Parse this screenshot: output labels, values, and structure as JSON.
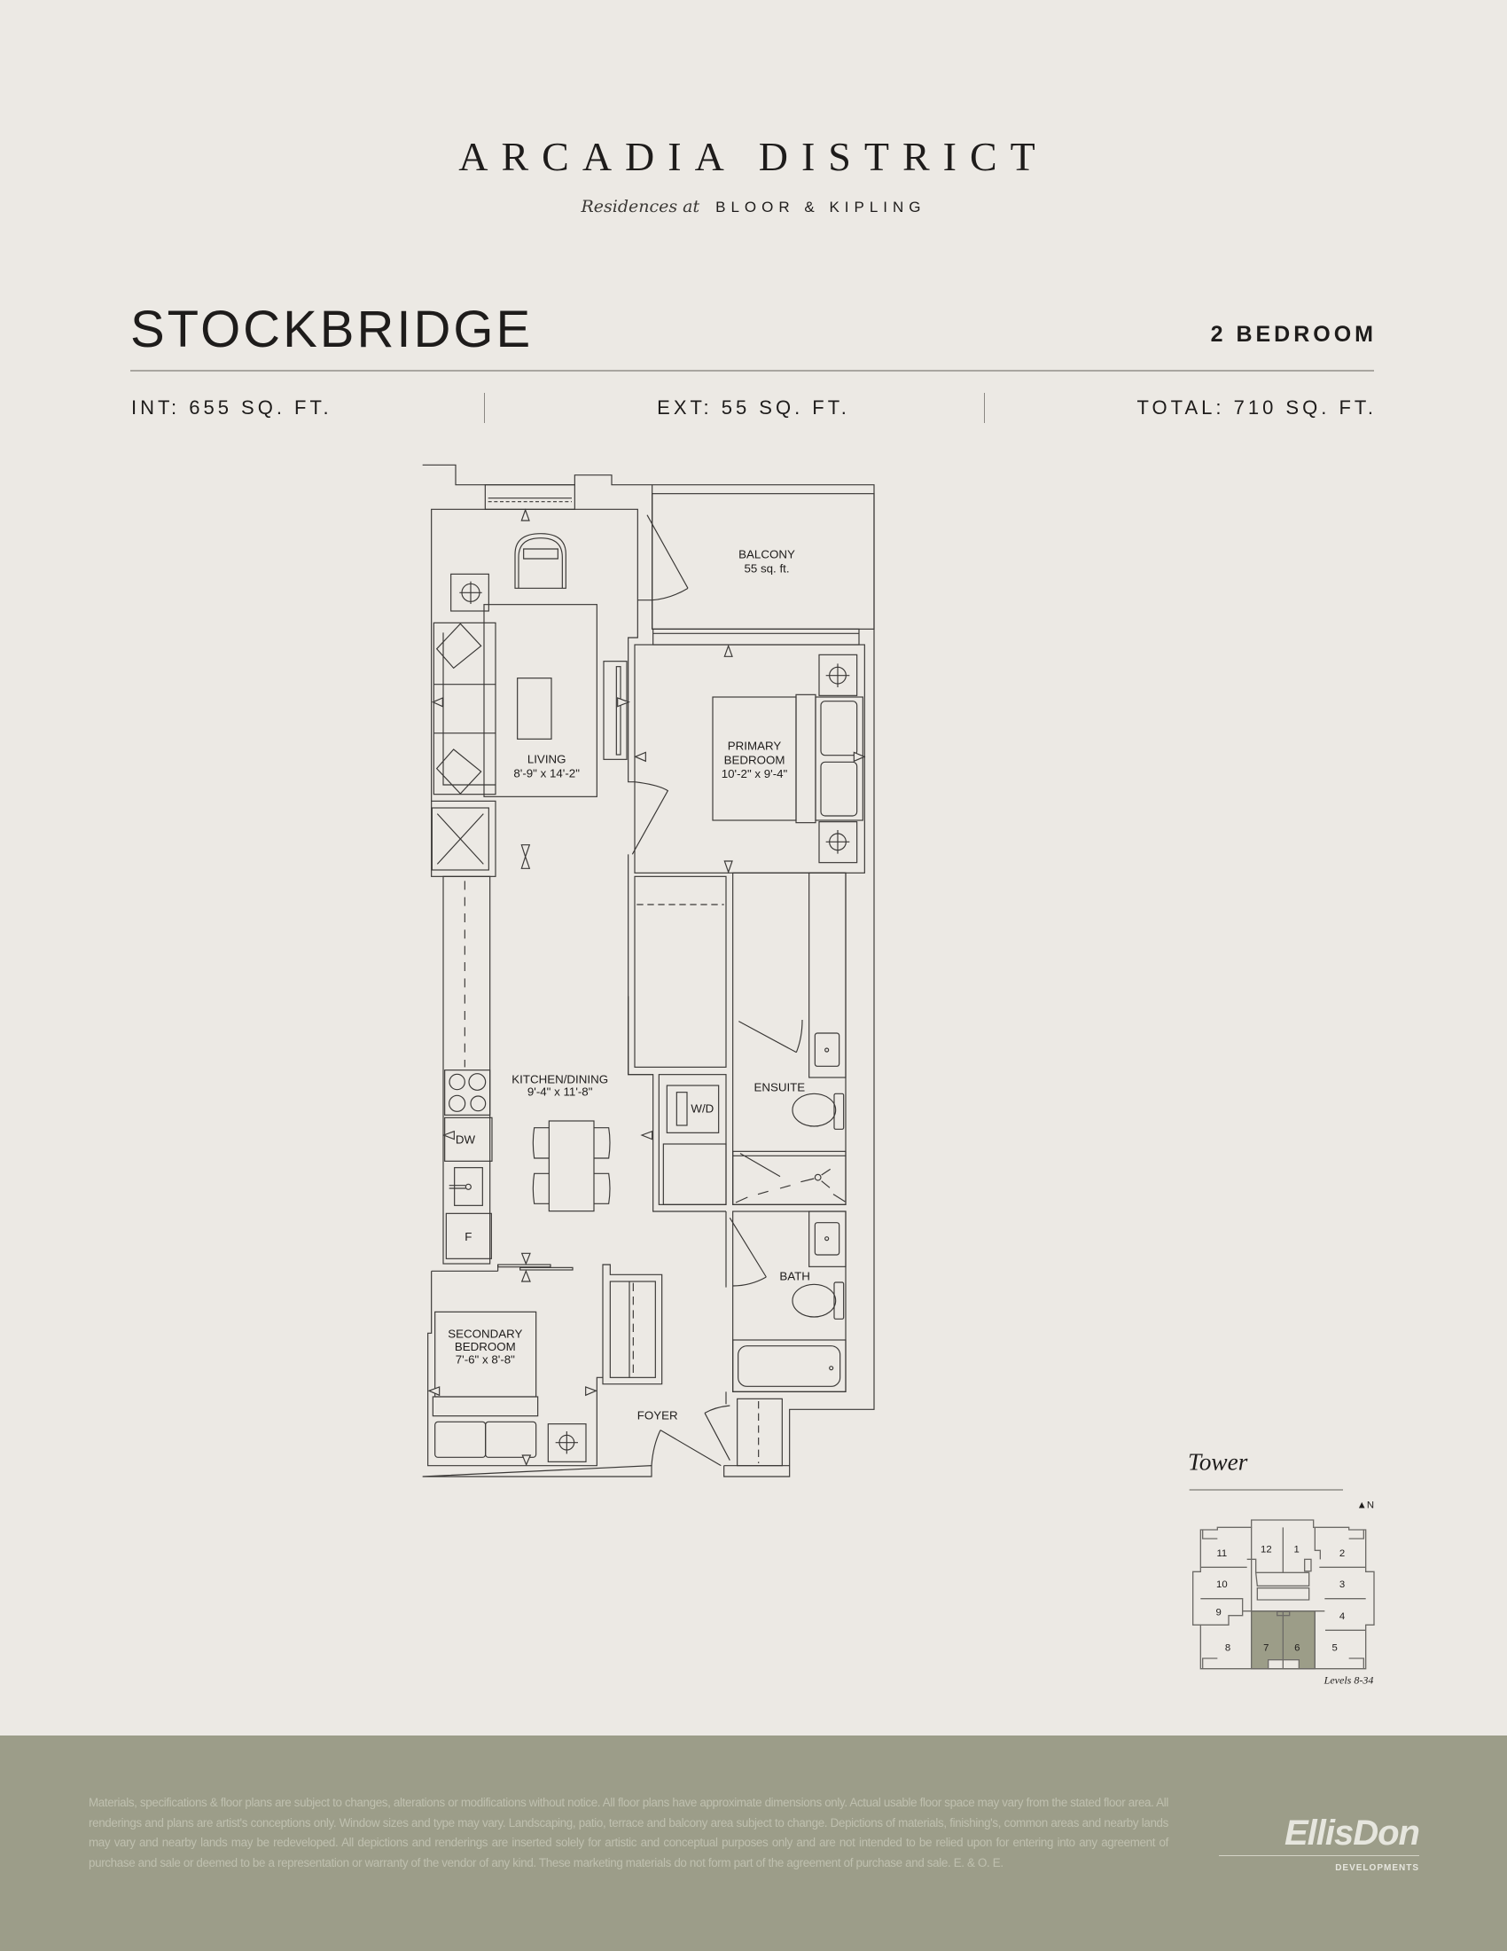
{
  "header": {
    "brand": "ARCADIA DISTRICT",
    "script_prefix": "Residences at",
    "location": "BLOOR & KIPLING"
  },
  "unit": {
    "name": "STOCKBRIDGE",
    "type": "2 BEDROOM",
    "interior": "INT: 655 SQ. FT.",
    "exterior": "EXT: 55 SQ. FT.",
    "total": "TOTAL: 710 SQ. FT."
  },
  "rooms": {
    "balcony": {
      "name": "BALCONY",
      "size": "55 sq. ft."
    },
    "living": {
      "name": "LIVING",
      "size": "8'-9\" x 14'-2\""
    },
    "primary": {
      "name1": "PRIMARY",
      "name2": "BEDROOM",
      "size": "10'-2\" x 9'-4\""
    },
    "kitchen": {
      "name": "KITCHEN/DINING",
      "size": "9'-4\" x 11'-8\""
    },
    "wd": "W/D",
    "ensuite": "ENSUITE",
    "dw": "DW",
    "fridge": "F",
    "bath": "BATH",
    "secondary": {
      "name1": "SECONDARY",
      "name2": "BEDROOM",
      "size": "7'-6\" x 8'-8\""
    },
    "foyer": "FOYER"
  },
  "keyplan": {
    "title": "Tower",
    "north": "▲N",
    "levels": "Levels 8-34",
    "units": [
      "11",
      "12",
      "1",
      "2",
      "10",
      "3",
      "9",
      "4",
      "8",
      "7",
      "6",
      "5"
    ],
    "highlight_color": "#9c9d88"
  },
  "footer": {
    "disclaimer": "Materials, specifications & floor plans are subject to changes, alterations or modifications without notice. All floor plans have approximate dimensions only. Actual usable floor space may vary from the stated floor area. All renderings and plans are artist's conceptions only. Window sizes and type may vary. Landscaping, patio, terrace and balcony area subject to change. Depictions of materials, finishing's, common areas and nearby lands may vary and nearby lands may be redeveloped. All depictions and renderings are inserted solely for artistic and conceptual purposes only and are not intended to be relied upon for entering into any agreement of purchase and sale or deemed to be a representation or warranty of the vendor of any kind. These marketing materials do not form part of the agreement of purchase and sale. E. & O. E.",
    "logo_name": "EllisDon",
    "logo_sub": "DEVELOPMENTS",
    "bg_color": "#9c9d89"
  }
}
